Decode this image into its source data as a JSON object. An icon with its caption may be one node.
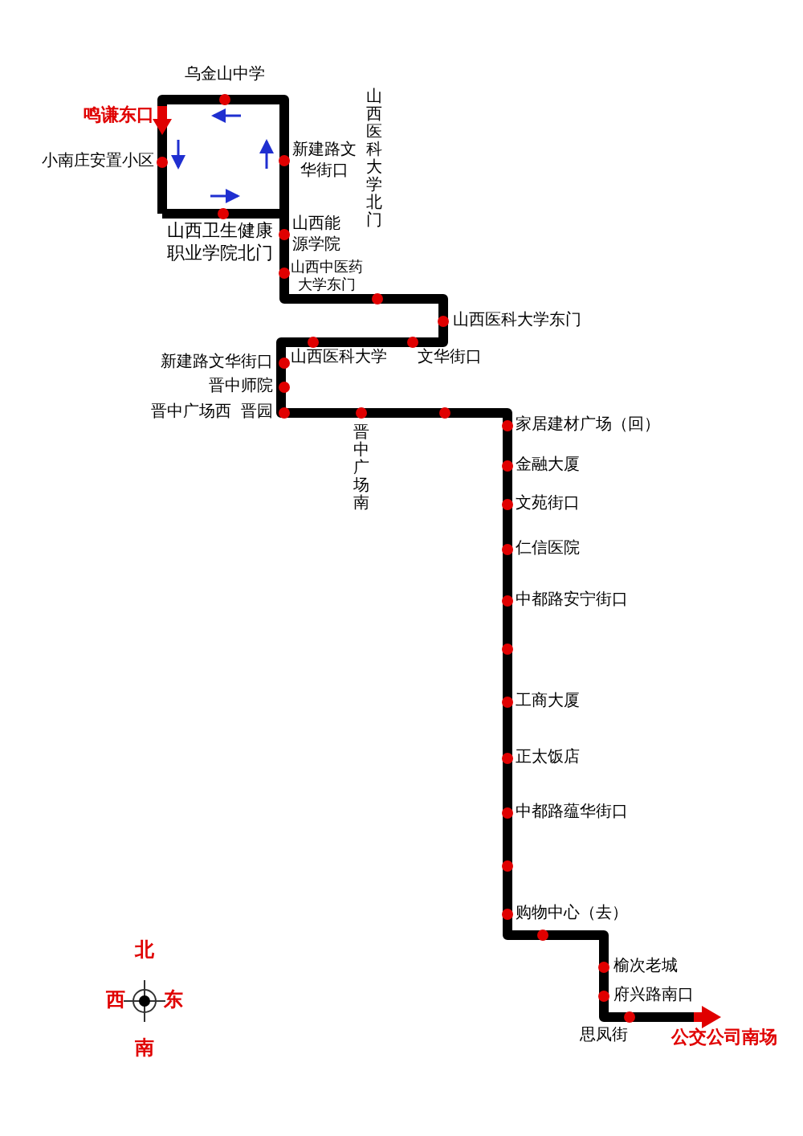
{
  "diagram": {
    "labels": [
      "乌金山中学",
      "鸣谦东口",
      "小南庄安置小区",
      "新建路文华街口",
      "山西医科大学北门",
      "山西卫生健康职业学院北门",
      "山西能源学院",
      "山西中医药大学东门",
      "山西医科大学东门",
      "新建路文华街口",
      "山西医科大学",
      "文华街口",
      "晋中师院",
      "晋中广场西",
      "晋园",
      "晋中广场南",
      "家居建材广场（回）",
      "金融大厦",
      "文苑街口",
      "仁信医院",
      "中都路安宁街口",
      "工商大厦",
      "正太饭店",
      "中都路蕴华街口",
      "购物中心（去）",
      "榆次老城",
      "府兴路南口",
      "思凤街",
      "公交公司南场",
      "北",
      "西",
      "东",
      "南"
    ]
  }
}
